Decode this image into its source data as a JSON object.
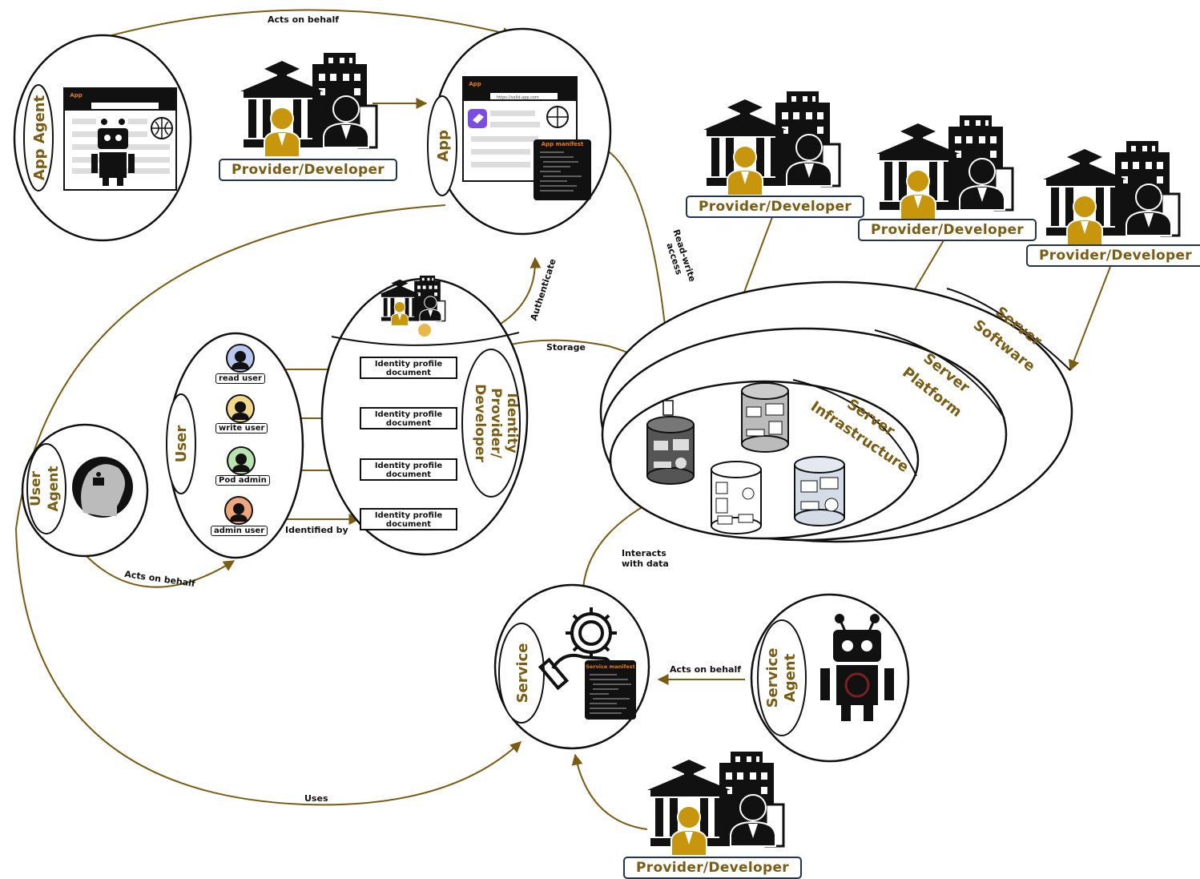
{
  "edges": {
    "acts_on_behalf_top": "Acts  on  behalf",
    "acts_on_behalf_user": "Acts on behalf",
    "acts_on_behalf_service": "Acts on behalf",
    "authenticate": "Authenticate",
    "read_write_line1": "Read-write",
    "read_write_line2": "access",
    "storage": "Storage",
    "identified_by": "Identified by",
    "interacts_line1": "Interacts",
    "interacts_line2": "with data",
    "uses": "Uses"
  },
  "entities": {
    "app_agent": "App Agent",
    "app": "App",
    "user_agent_line1": "User",
    "user_agent_line2": "Agent",
    "user": "User",
    "identity_provider_line1": "Identity",
    "identity_provider_line2": "Provider/",
    "identity_provider_line3": "Developer",
    "service": "Service",
    "service_agent_line1": "Service",
    "service_agent_line2": "Agent",
    "server_software_line1": "Server",
    "server_software_line2": "Software",
    "server_platform_line1": "Server",
    "server_platform_line2": "Platform",
    "server_infra_line1": "Server",
    "server_infra_line2": "Infrastructure"
  },
  "provider_label": "Provider/Developer",
  "users": [
    {
      "label": "read user"
    },
    {
      "label": "write user"
    },
    {
      "label": "Pod admin"
    },
    {
      "label": "admin user"
    }
  ],
  "identity_documents": [
    {
      "line1": "Identity profile",
      "line2": "document"
    },
    {
      "line1": "Identity profile",
      "line2": "document"
    },
    {
      "line1": "Identity profile",
      "line2": "document"
    },
    {
      "line1": "Identity profile",
      "line2": "document"
    }
  ],
  "windows": {
    "app_agent_tab": "App",
    "app_tab": "App",
    "app_url": "https://solid.app.com",
    "app_manifest_title": "App manifest",
    "service_manifest_title": "Service manifest"
  },
  "colors": {
    "accent": "#7a5c12",
    "arrow": "#7a5c12",
    "provider_border": "#23344f",
    "person_gold": "#c8960c"
  }
}
